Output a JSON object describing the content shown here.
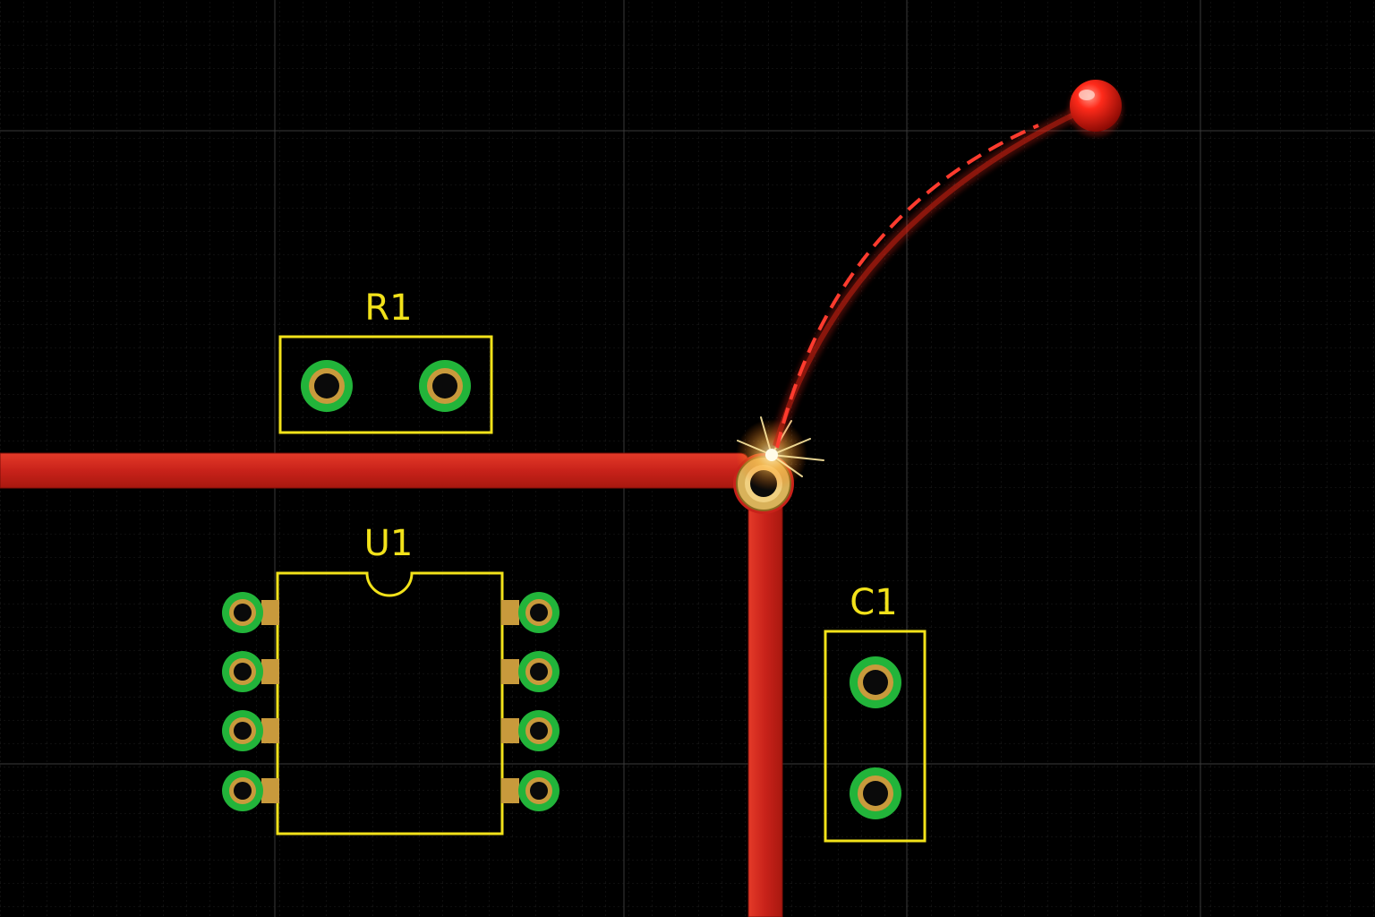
{
  "colors": {
    "background": "#000000",
    "grid_major": "#3a3a3a",
    "grid_minor": "#1c1c1c",
    "copper_trace": "#d42a1c",
    "silkscreen": "#f2e21a",
    "pad_ring": "#22b43a",
    "pad_plating": "#c89a3c",
    "via_ring": "#caa24a",
    "ratsnest": "#ff3b2e"
  },
  "components": {
    "r1": {
      "ref": "R1",
      "type": "resistor",
      "pins": 2
    },
    "u1": {
      "ref": "U1",
      "type": "dip-8-ic",
      "pins": 8
    },
    "c1": {
      "ref": "C1",
      "type": "capacitor",
      "pins": 2
    }
  },
  "routing": {
    "mode": "interactive-trace-drag",
    "active_net_color": "#d42a1c",
    "drag_handle_icon": "route-handle-icon",
    "via_icon": "via-icon"
  }
}
